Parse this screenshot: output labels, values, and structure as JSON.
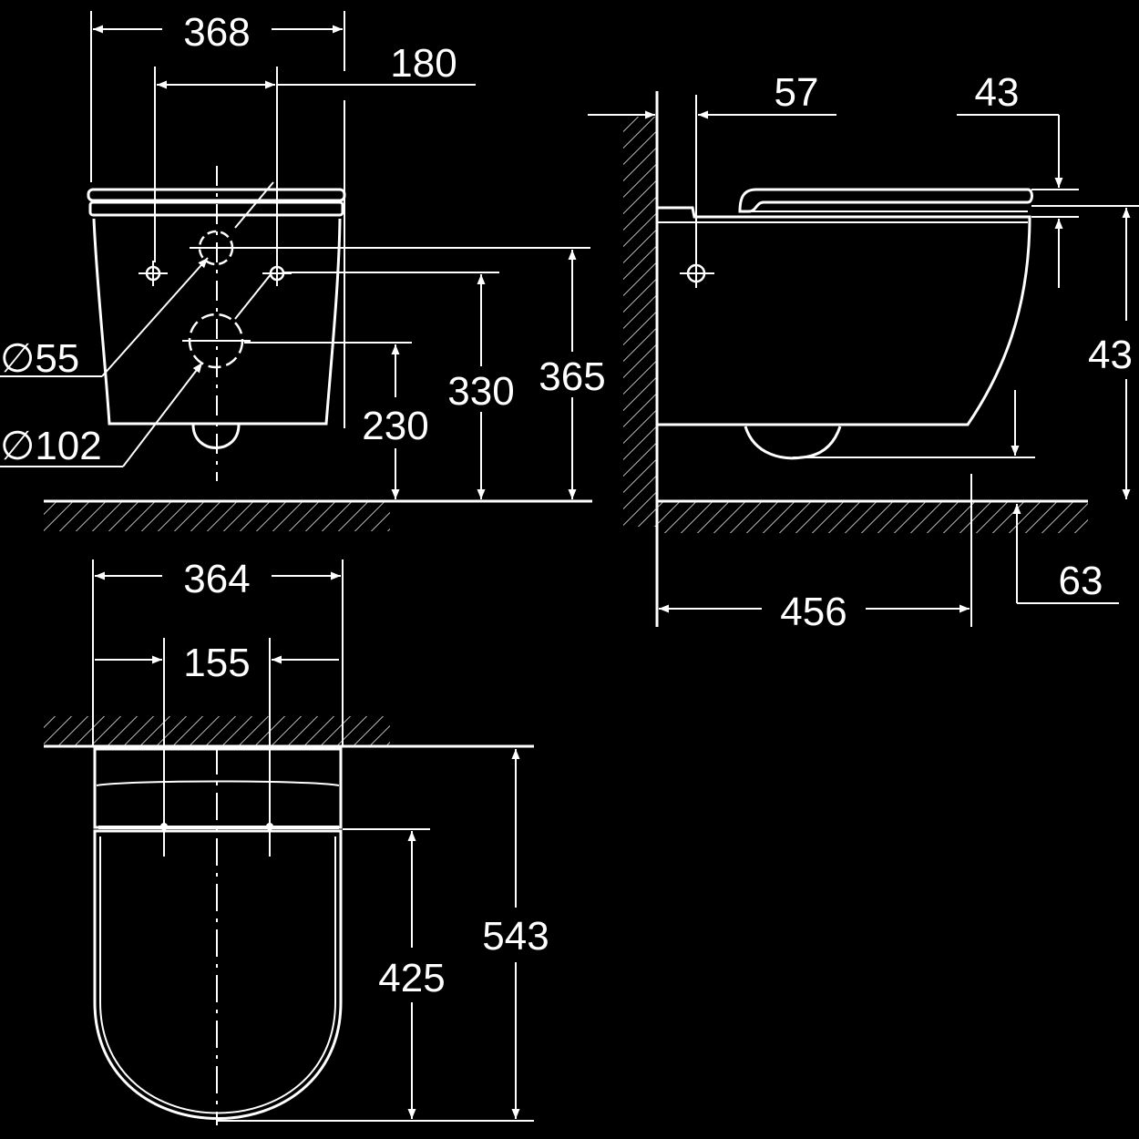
{
  "front_view": {
    "overall_width": "368",
    "inlet_spacing": "180",
    "small_inlet_diameter": "∅55",
    "outlet_diameter": "∅102",
    "outlet_height": "230",
    "inlet_height": "330",
    "pipe_height": "365"
  },
  "side_view": {
    "wall_to_inlet": "57",
    "seat_thickness": "43",
    "overall_height": "43",
    "projection": "456",
    "clearance": "63"
  },
  "top_view": {
    "overall_width": "364",
    "hinge_spacing": "155",
    "bowl_length": "425",
    "overall_length": "543"
  },
  "colors": {
    "background": "#000000",
    "line": "#ffffff"
  }
}
